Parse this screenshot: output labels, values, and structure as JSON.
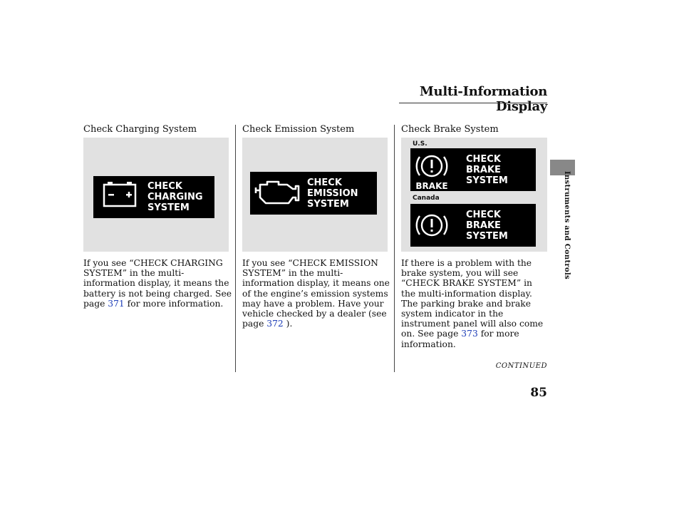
{
  "header": {
    "title": "Multi-Information Display"
  },
  "side_tab": {
    "label": "Instruments and Controls"
  },
  "sections": [
    {
      "title": "Check Charging System",
      "display_text": "CHECK\nCHARGING\nSYSTEM",
      "body_before": "If you see “CHECK CHARGING SYSTEM” in the multi-information display, it means the battery is not being charged. See page ",
      "page_ref": "371",
      "body_after": " for more information."
    },
    {
      "title": "Check Emission System",
      "display_text": "CHECK\nEMISSION\nSYSTEM",
      "body_before": "If you see “CHECK EMISSION SYSTEM” in the multi-information display, it means one of the engine’s emission systems may have a problem. Have your vehicle checked by a dealer (see page ",
      "page_ref": "372",
      "body_after": " )."
    },
    {
      "title": "Check Brake System",
      "us_label": "U.S.",
      "canada_label": "Canada",
      "display_text": "CHECK\nBRAKE\nSYSTEM",
      "brake_word": "BRAKE",
      "body_before": "If there is a problem with the brake system, you will see “CHECK BRAKE SYSTEM” in the multi-information display. The parking brake and brake system indicator in the instrument panel will also come on. See page ",
      "page_ref": "373",
      "body_after": " for more information."
    }
  ],
  "footer": {
    "continued": "CONTINUED",
    "page_number": "85"
  }
}
